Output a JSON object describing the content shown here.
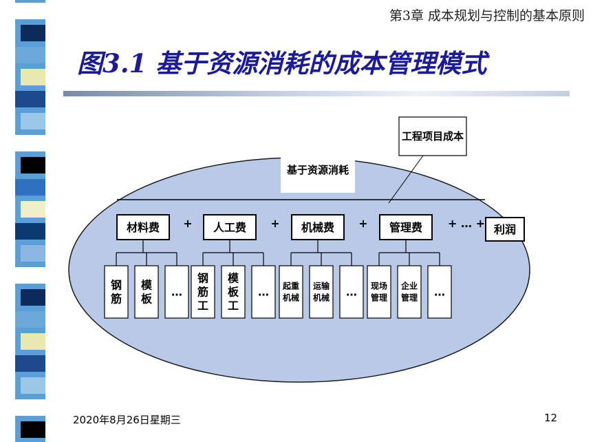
{
  "header": {
    "chapter": "第3章 成本规划与控制的基本原则",
    "title": "图3.1 基于资源消耗的成本管理模式"
  },
  "diagram": {
    "top_label": "基于资源消耗",
    "callout": "工程项目成本",
    "categories": [
      {
        "label": "材料费",
        "children": [
          [
            "钢",
            "筋"
          ],
          [
            "模",
            "板"
          ],
          [
            "…"
          ]
        ]
      },
      {
        "label": "人工费",
        "children": [
          [
            "钢",
            "筋",
            "工"
          ],
          [
            "模",
            "板",
            "工"
          ],
          [
            "…"
          ]
        ]
      },
      {
        "label": "机械费",
        "children": [
          [
            "起重",
            "机械"
          ],
          [
            "运输",
            "机械"
          ],
          [
            "…"
          ]
        ]
      },
      {
        "label": "管理费",
        "children": [
          [
            "现场",
            "管理"
          ],
          [
            "企业",
            "管理"
          ],
          [
            "…"
          ]
        ]
      }
    ],
    "operators": [
      "+",
      "+",
      "+",
      "+ … +"
    ],
    "profit": "利润"
  },
  "footer": {
    "date": "2020年8月26日星期三",
    "page": "12"
  }
}
